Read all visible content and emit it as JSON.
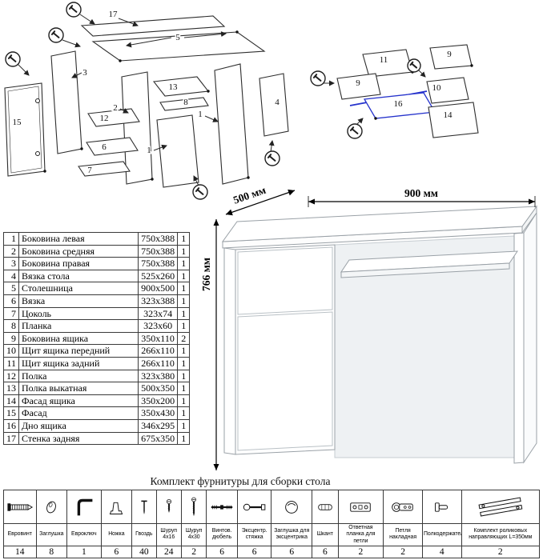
{
  "dimensions": {
    "width": "900 мм",
    "depth": "500 мм",
    "height": "766 мм"
  },
  "diagram_labels": {
    "left": [
      "17",
      "5",
      "3",
      "13",
      "8",
      "12",
      "6",
      "7",
      "15",
      "2",
      "1",
      "1",
      "4"
    ],
    "right": [
      "11",
      "9",
      "9",
      "10",
      "16",
      "14"
    ]
  },
  "parts_table": {
    "rows": [
      {
        "num": "1",
        "name": "Боковина левая",
        "size": "750x388",
        "qty": "1"
      },
      {
        "num": "2",
        "name": "Боковина средняя",
        "size": "750x388",
        "qty": "1"
      },
      {
        "num": "3",
        "name": "Боковина правая",
        "size": "750x388",
        "qty": "1"
      },
      {
        "num": "4",
        "name": "Вязка стола",
        "size": "525x260",
        "qty": "1"
      },
      {
        "num": "5",
        "name": "Столешница",
        "size": "900x500",
        "qty": "1"
      },
      {
        "num": "6",
        "name": "Вязка",
        "size": "323x388",
        "qty": "1"
      },
      {
        "num": "7",
        "name": "Цоколь",
        "size": "323x74",
        "qty": "1"
      },
      {
        "num": "8",
        "name": "Планка",
        "size": "323x60",
        "qty": "1"
      },
      {
        "num": "9",
        "name": "Боковина ящика",
        "size": "350x110",
        "qty": "2"
      },
      {
        "num": "10",
        "name": "Щит ящика передний",
        "size": "266x110",
        "qty": "1"
      },
      {
        "num": "11",
        "name": "Щит ящика задний",
        "size": "266x110",
        "qty": "1"
      },
      {
        "num": "12",
        "name": "Полка",
        "size": "323x380",
        "qty": "1"
      },
      {
        "num": "13",
        "name": "Полка выкатная",
        "size": "500x350",
        "qty": "1"
      },
      {
        "num": "14",
        "name": "Фасад ящика",
        "size": "350x200",
        "qty": "1"
      },
      {
        "num": "15",
        "name": "Фасад",
        "size": "350x430",
        "qty": "1"
      },
      {
        "num": "16",
        "name": "Дно ящика",
        "size": "346x295",
        "qty": "1"
      },
      {
        "num": "17",
        "name": "Стенка задняя",
        "size": "675x350",
        "qty": "1"
      }
    ]
  },
  "hardware": {
    "title": "Комплект фурнитуры для сборки стола",
    "items": [
      {
        "name": "Евровинт",
        "qty": "14"
      },
      {
        "name": "Заглушка",
        "qty": "8"
      },
      {
        "name": "Евроключ",
        "qty": "1"
      },
      {
        "name": "Ножка",
        "qty": "6"
      },
      {
        "name": "Гвоздь",
        "qty": "40"
      },
      {
        "name": "Шуруп 4x16",
        "qty": "24"
      },
      {
        "name": "Шуруп 4x30",
        "qty": "2"
      },
      {
        "name": "Винтов. дюбель",
        "qty": "6"
      },
      {
        "name": "Эксцентр. стяжка",
        "qty": "6"
      },
      {
        "name": "Заглушка для эксцентрика",
        "qty": "6"
      },
      {
        "name": "Шкант",
        "qty": "6"
      },
      {
        "name": "Ответная планка для петли",
        "qty": "2"
      },
      {
        "name": "Петля накладная",
        "qty": "2"
      },
      {
        "name": "Полкодержатель",
        "qty": "4"
      },
      {
        "name": "Комплект роликовых направляющих L=350мм",
        "qty": "2"
      }
    ]
  }
}
